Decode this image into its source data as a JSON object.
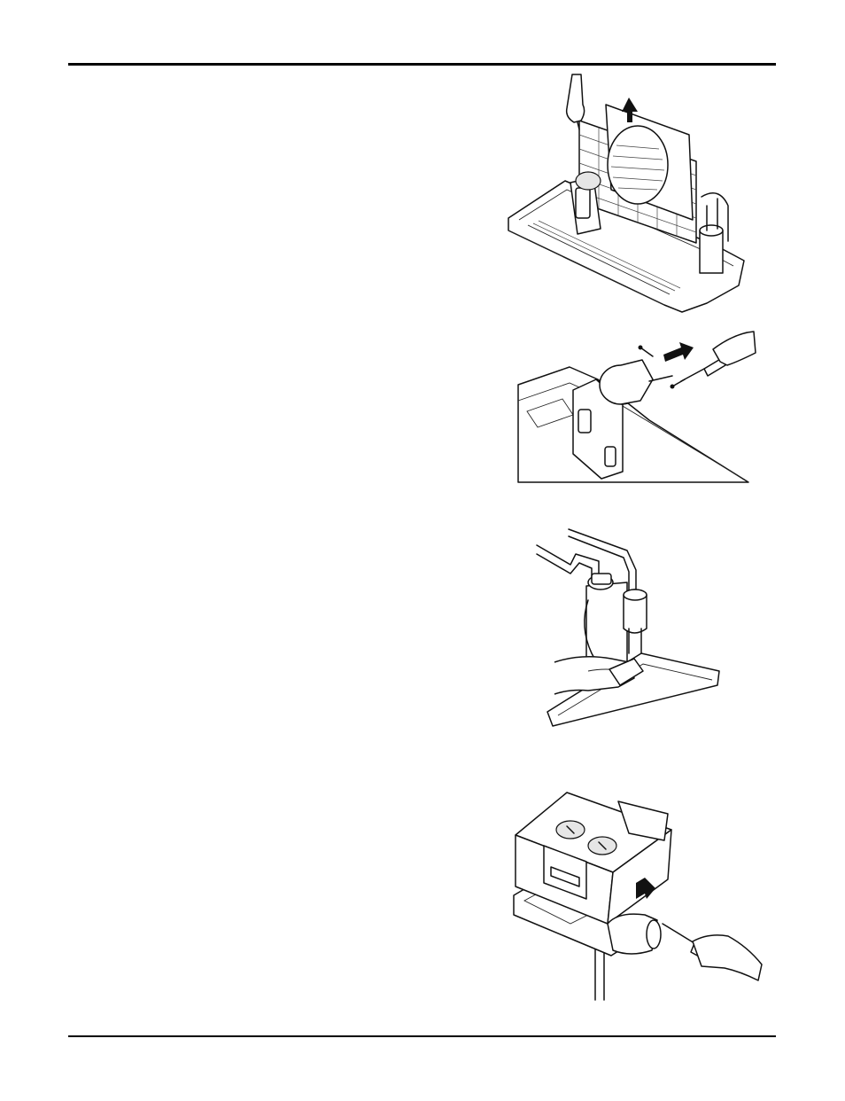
{
  "page": {
    "figures": [
      {
        "id": "fig-1",
        "icon": "condenser-lift-illustration"
      },
      {
        "id": "fig-2",
        "icon": "fan-motor-screwdriver-illustration"
      },
      {
        "id": "fig-3",
        "icon": "compressor-pipe-illustration"
      },
      {
        "id": "fig-4",
        "icon": "control-box-screwdriver-illustration"
      }
    ]
  },
  "colors": {
    "line": "#111111",
    "paper": "#ffffff"
  }
}
